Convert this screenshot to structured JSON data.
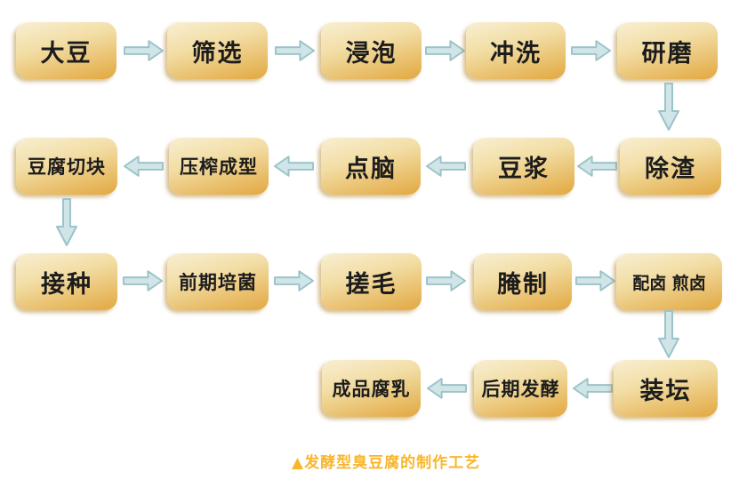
{
  "flowchart": {
    "rows": [
      {
        "direction": "right",
        "steps": [
          "大豆",
          "筛选",
          "浸泡",
          "冲洗",
          "研磨"
        ]
      },
      {
        "direction": "left",
        "steps": [
          "豆腐切块",
          "压榨成型",
          "点脑",
          "豆浆",
          "除渣"
        ]
      },
      {
        "direction": "right",
        "steps": [
          "接种",
          "前期培菌",
          "搓毛",
          "腌制",
          "配卤 煎卤"
        ]
      },
      {
        "direction": "left",
        "steps": [
          "成品腐乳",
          "后期发酵",
          "装坛"
        ]
      }
    ],
    "process_sequence": [
      "大豆",
      "筛选",
      "浸泡",
      "冲洗",
      "研磨",
      "除渣",
      "豆浆",
      "点脑",
      "压榨成型",
      "豆腐切块",
      "接种",
      "前期培菌",
      "搓毛",
      "腌制",
      "配卤 煎卤",
      "装坛",
      "后期发酵",
      "成品腐乳"
    ]
  },
  "caption": {
    "marker": "▲",
    "text": "发酵型臭豆腐的制作工艺"
  },
  "colors": {
    "background": "#ffffff",
    "box_gradient_top": "#f8efd2",
    "box_gradient_bottom": "#e2a840",
    "box_text": "#1c1c1c",
    "arrow_fill": "#cfe5e7",
    "arrow_stroke": "#9cc3c9",
    "caption_text": "#f8b62b"
  }
}
